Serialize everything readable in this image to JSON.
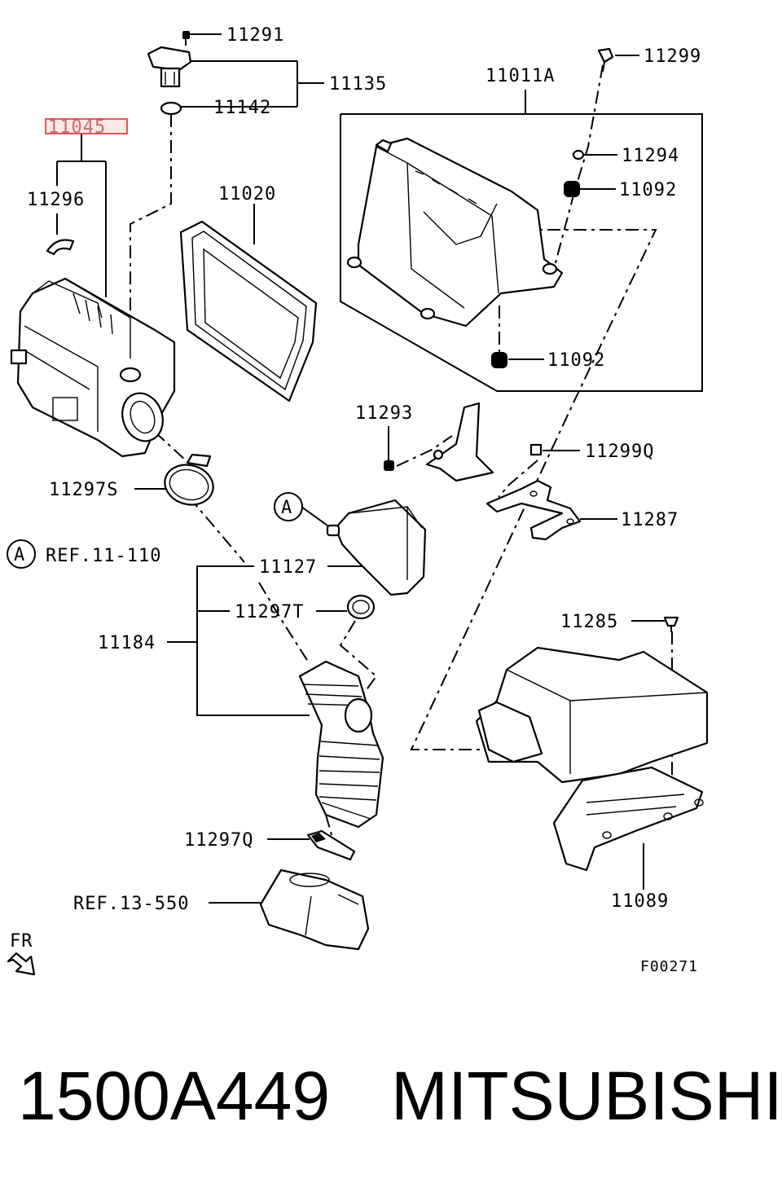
{
  "diagram": {
    "highlighted_part": "11045",
    "code": "F00271",
    "fr_label": "FR",
    "ref_marker": "A",
    "labels": {
      "p11291": "11291",
      "p11135": "11135",
      "p11142": "11142",
      "p11045": "11045",
      "p11296": "11296",
      "p11020": "11020",
      "p11011A": "11011A",
      "p11299": "11299",
      "p11294": "11294",
      "p11092a": "11092",
      "p11092b": "11092",
      "p11293": "11293",
      "p11299Q": "11299Q",
      "p11297S": "11297S",
      "p11287": "11287",
      "ref11110": "REF.11-110",
      "p11127": "11127",
      "p11297T": "11297T",
      "p11184": "11184",
      "p11285": "11285",
      "p11297Q": "11297Q",
      "ref13550": "REF.13-550",
      "p11089": "11089"
    }
  },
  "caption": {
    "part_number": "1500A449",
    "brand": "MITSUBISHI"
  },
  "colors": {
    "highlight_box": "#e0303a",
    "highlight_fill": "#fde8e8",
    "ink": "#000000"
  }
}
